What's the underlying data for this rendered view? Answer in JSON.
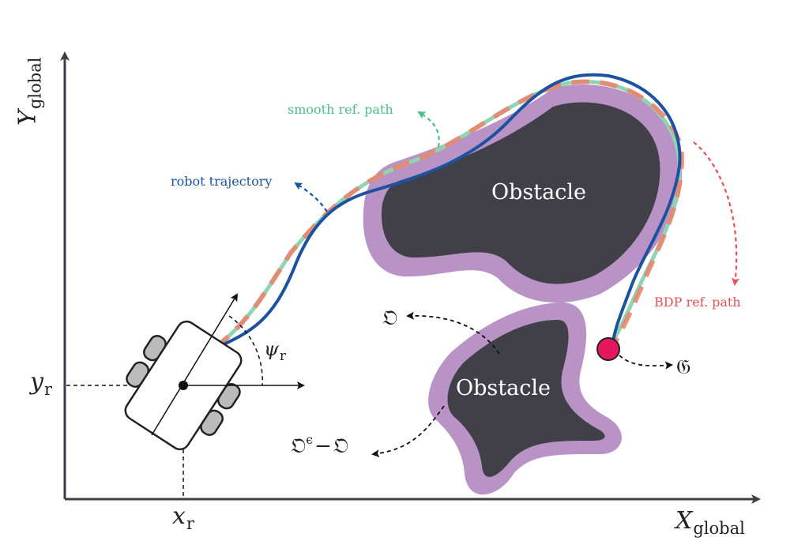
{
  "axes": {
    "x_label": "X",
    "x_label_sub": "global",
    "y_label": "Y",
    "y_label_sub": "global",
    "xr_label": "x",
    "xr_sub": "r",
    "yr_label": "y",
    "yr_sub": "r"
  },
  "robot": {
    "heading_label": "ψ",
    "heading_sub": "r"
  },
  "obstacles": [
    {
      "label": "Obstacle"
    },
    {
      "label": "Obstacle"
    }
  ],
  "legend": {
    "robot_trajectory": "robot trajectory",
    "smooth_ref_path": "smooth ref. path",
    "bdp_ref_path": "BDP ref. path"
  },
  "sets": {
    "obstacle_set": "𝔒",
    "inflated_set_left": "𝔒",
    "inflated_set_eps": "ϵ",
    "inflated_set_minus": "−",
    "inflated_set_right": "𝔒",
    "goal_set": "𝔊"
  },
  "colors": {
    "obstacle_fill": "#413f48",
    "obstacle_margin": "#b992c6",
    "trajectory": "#1d52a0",
    "smooth_path": "#8fd5b3",
    "bdp_path": "#e8866f",
    "smooth_label": "#4bbf86",
    "bdp_label": "#e9505a",
    "goal": "#e5175f",
    "wheel": "#bbbbbb",
    "axis": "#3d3d45"
  }
}
